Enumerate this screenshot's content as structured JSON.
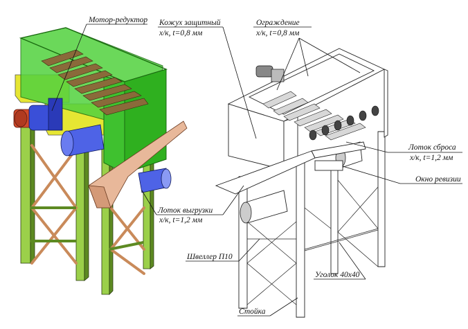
{
  "labels": {
    "motor": "Мотор-редуктор",
    "casing": "Кожух защитный",
    "casing_spec": "х/к, t=0,8 мм",
    "guard": "Ограждение",
    "guard_spec": "х/к, t=0,8 мм",
    "discharge_chute": "Лоток сброса",
    "discharge_chute_spec": "х/к, t=1,2 мм",
    "inspection_window": "Окно ревизии",
    "unload_chute": "Лоток выгрузки",
    "unload_chute_spec": "х/к, t=1,2 мм",
    "channel": "Швеллер П10",
    "angle": "Уголок 40х40",
    "post": "Стойка"
  },
  "colors": {
    "frame": "#9bd04a",
    "frame_dark": "#5d8a22",
    "casing": "#3fc12f",
    "brace": "#c98a5a",
    "yellow_beam": "#e6e633",
    "motor": "#3a4fd8",
    "motor_red": "#d24a2a",
    "chute": "#e8b89a",
    "drum": "#4e63e6",
    "screens": "#8a6a3a"
  }
}
